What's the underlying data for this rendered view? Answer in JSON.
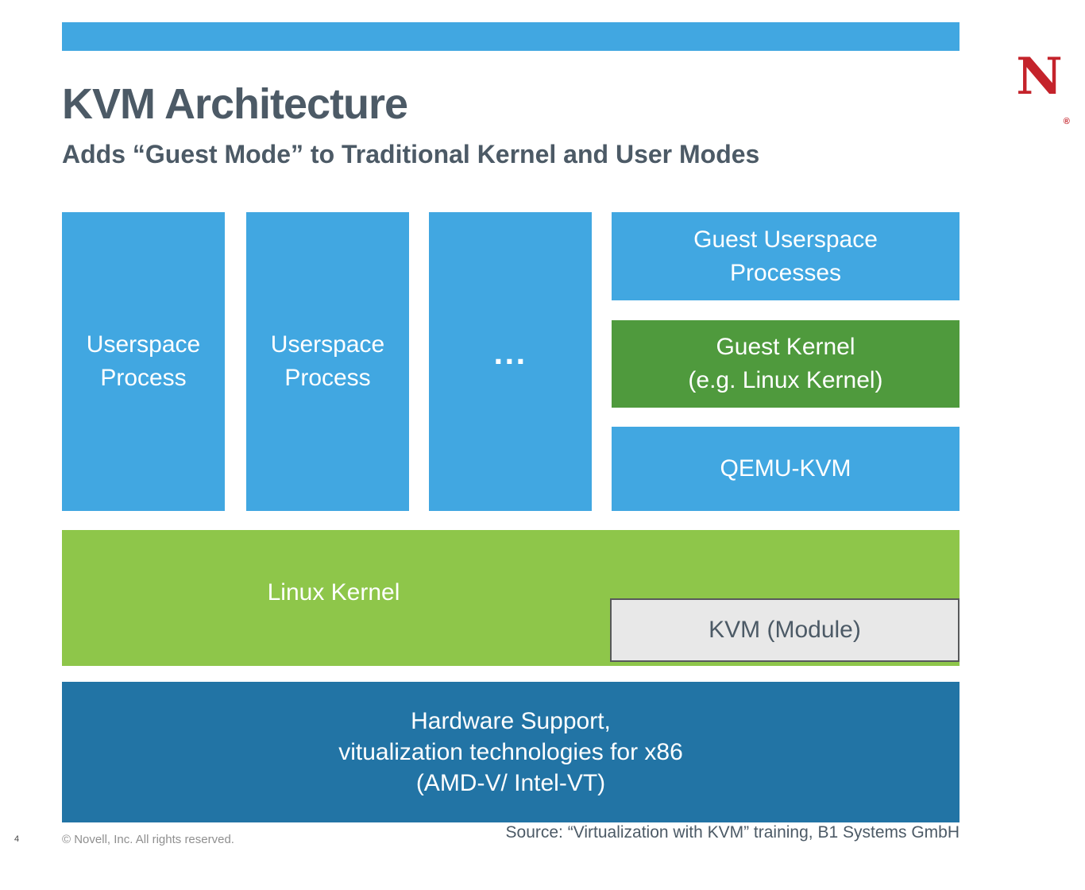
{
  "header": {
    "title": "KVM Architecture",
    "subtitle": "Adds “Guest Mode” to Traditional Kernel and User Modes",
    "logo_letter": "N",
    "logo_mark": "®"
  },
  "diagram": {
    "userspace_process_1": "Userspace\nProcess",
    "userspace_process_2": "Userspace\nProcess",
    "ellipsis": "···",
    "guest_userspace": "Guest Userspace\nProcesses",
    "guest_kernel": "Guest Kernel\n(e.g. Linux Kernel)",
    "qemu_kvm": "QEMU-KVM",
    "linux_kernel": "Linux Kernel",
    "kvm_module": "KVM (Module)",
    "hardware": "Hardware Support,\nvitualization technologies for x86\n(AMD-V/ Intel-VT)"
  },
  "colors": {
    "box_blue": "#41a7e1",
    "guest_kernel_green": "#4f9a3d",
    "linux_kernel_green": "#8ec64a",
    "hardware_blue": "#2274a5",
    "kvm_module_bg": "#e8e8e8",
    "kvm_module_border": "#58595b",
    "heading_text": "#4c5a66",
    "logo_red": "#c4232b"
  },
  "footer": {
    "page_number": "4",
    "copyright": "© Novell, Inc.  All rights reserved.",
    "source": "Source: “Virtualization with KVM” training, B1 Systems GmbH"
  }
}
